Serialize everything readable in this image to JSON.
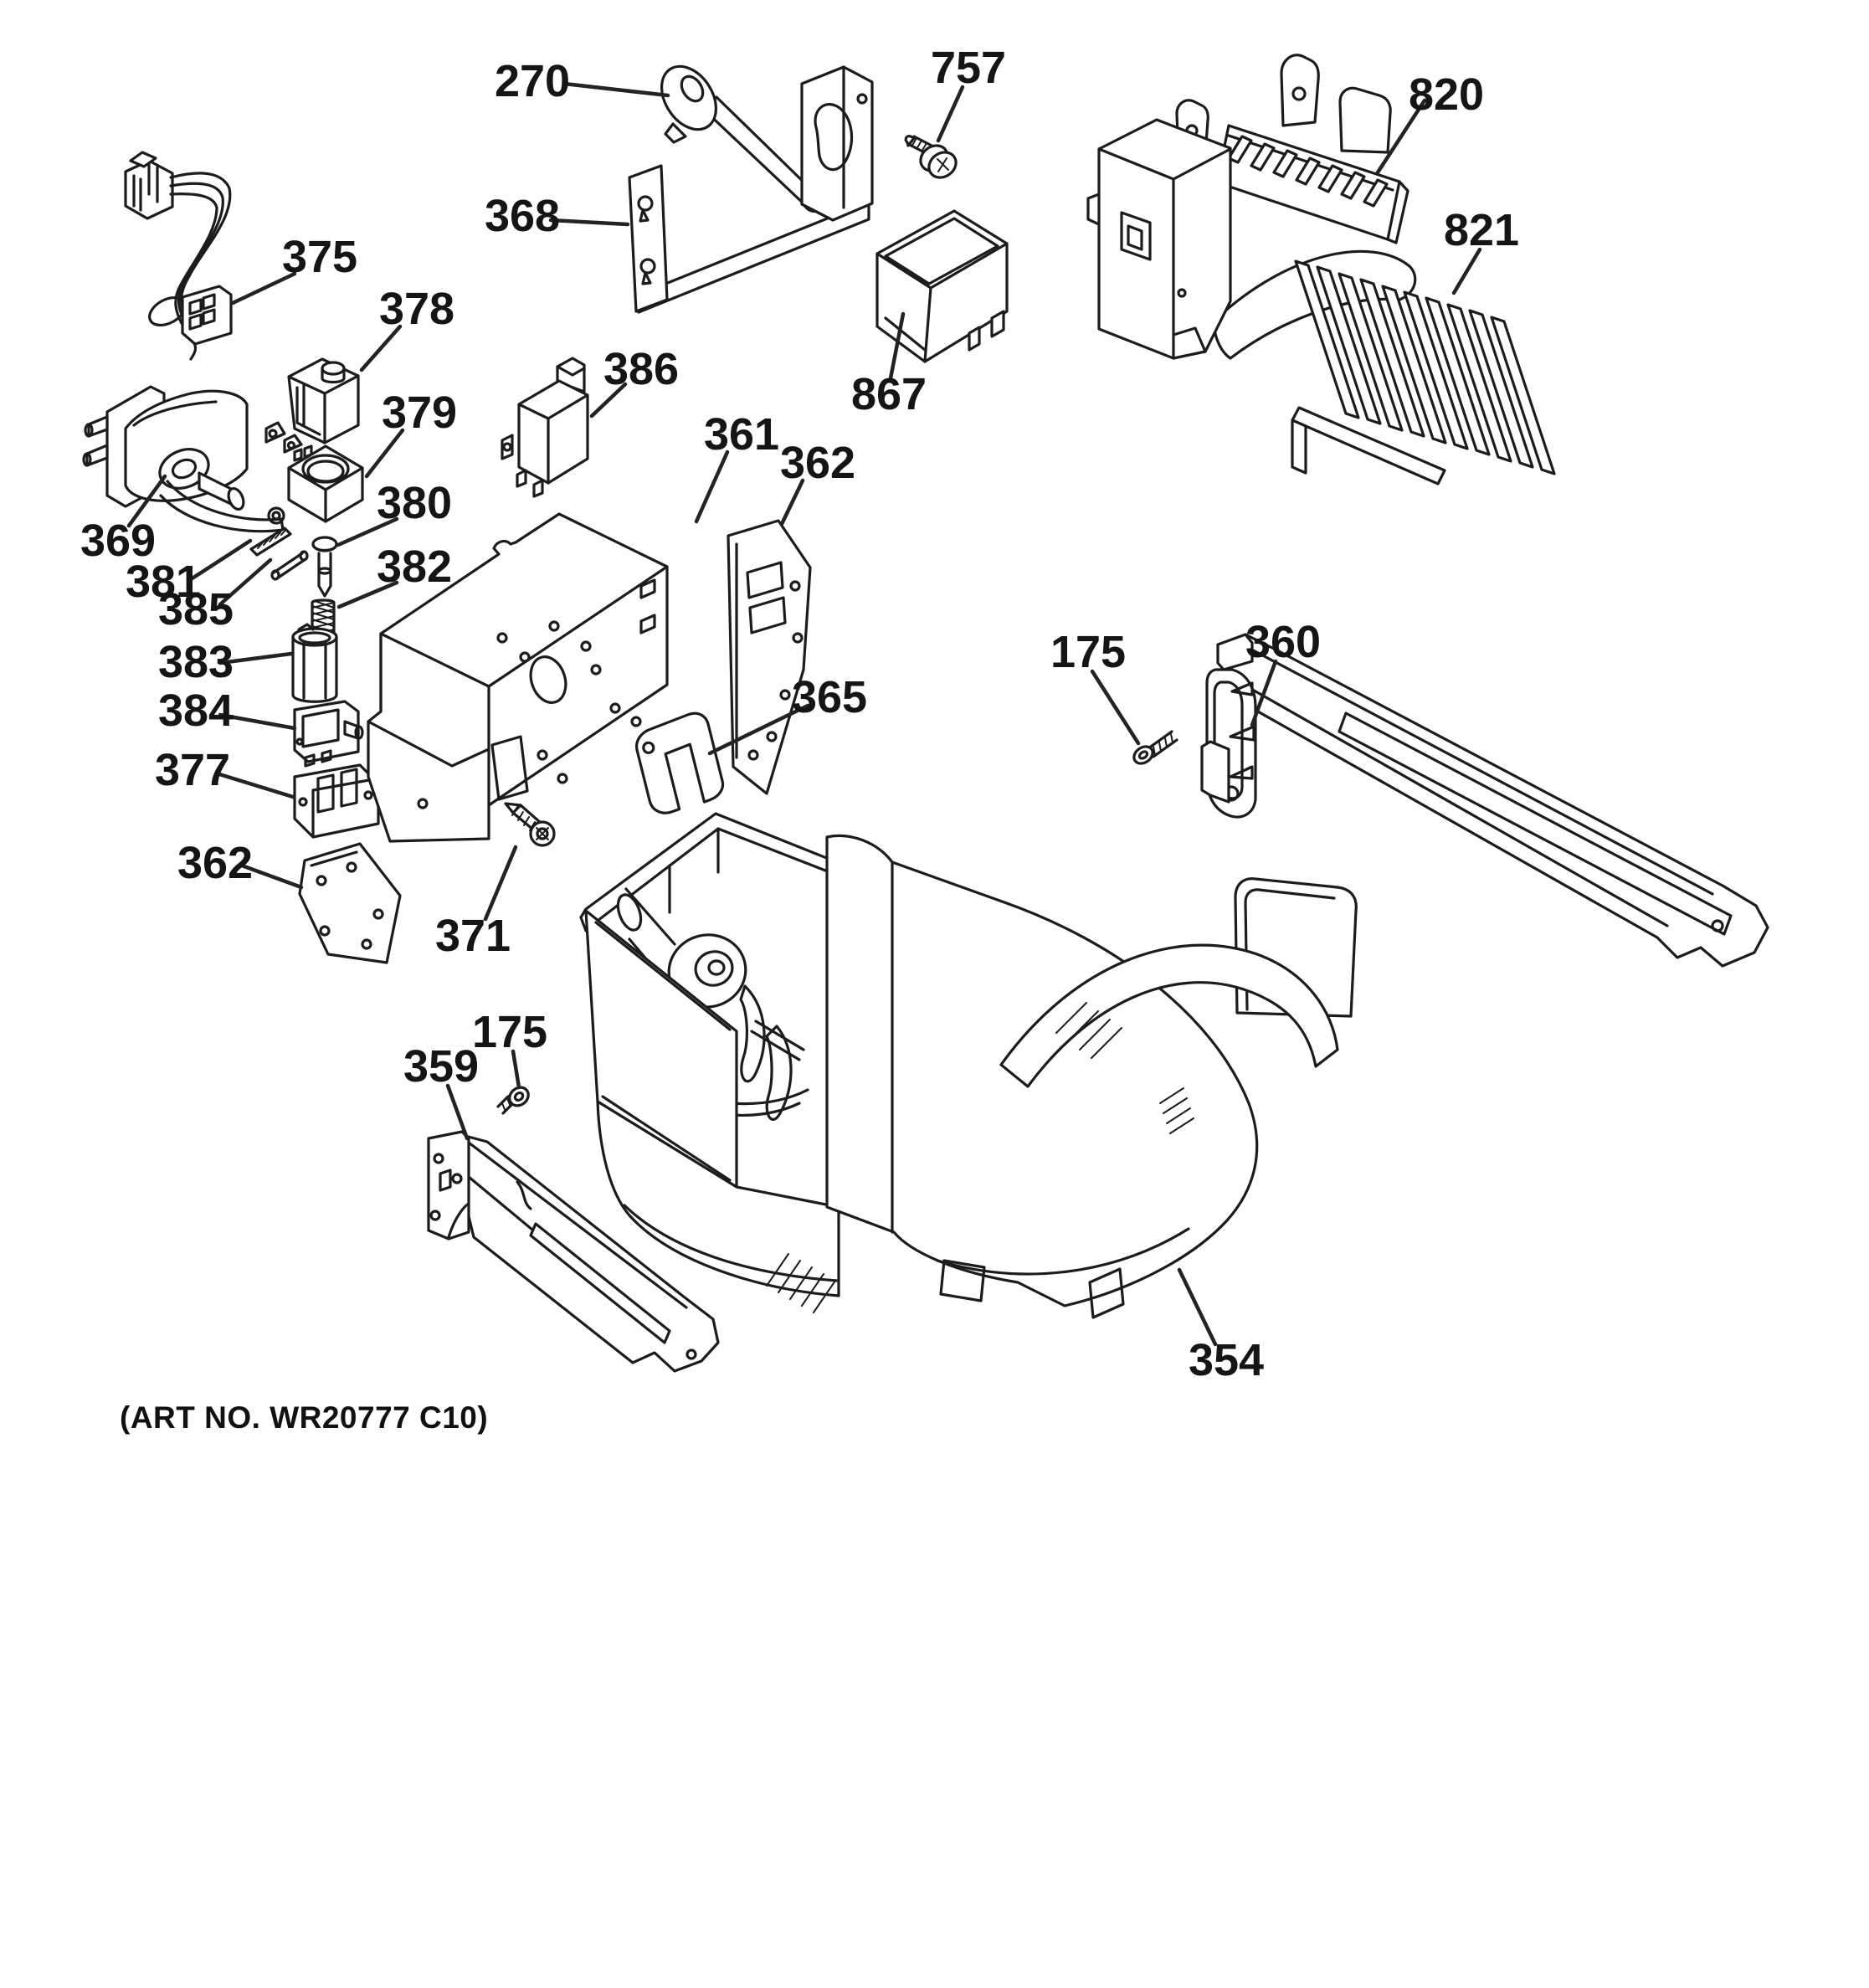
{
  "art_no": "(ART NO. WR20777 C10)",
  "colors": {
    "line": "#1c1c1c",
    "background": "#ffffff"
  },
  "callouts": [
    {
      "id": "270",
      "text": "270"
    },
    {
      "id": "757",
      "text": "757"
    },
    {
      "id": "820",
      "text": "820"
    },
    {
      "id": "821",
      "text": "821"
    },
    {
      "id": "375",
      "text": "375"
    },
    {
      "id": "368",
      "text": "368"
    },
    {
      "id": "378",
      "text": "378"
    },
    {
      "id": "386",
      "text": "386"
    },
    {
      "id": "867",
      "text": "867"
    },
    {
      "id": "379",
      "text": "379"
    },
    {
      "id": "361",
      "text": "361"
    },
    {
      "id": "362-right",
      "text": "362"
    },
    {
      "id": "369",
      "text": "369"
    },
    {
      "id": "381",
      "text": "381"
    },
    {
      "id": "380",
      "text": "380"
    },
    {
      "id": "385",
      "text": "385"
    },
    {
      "id": "382",
      "text": "382"
    },
    {
      "id": "383",
      "text": "383"
    },
    {
      "id": "384",
      "text": "384"
    },
    {
      "id": "377",
      "text": "377"
    },
    {
      "id": "365",
      "text": "365"
    },
    {
      "id": "362-left",
      "text": "362"
    },
    {
      "id": "371",
      "text": "371"
    },
    {
      "id": "175-right",
      "text": "175"
    },
    {
      "id": "360",
      "text": "360"
    },
    {
      "id": "175-left",
      "text": "175"
    },
    {
      "id": "359",
      "text": "359"
    },
    {
      "id": "354",
      "text": "354"
    }
  ]
}
